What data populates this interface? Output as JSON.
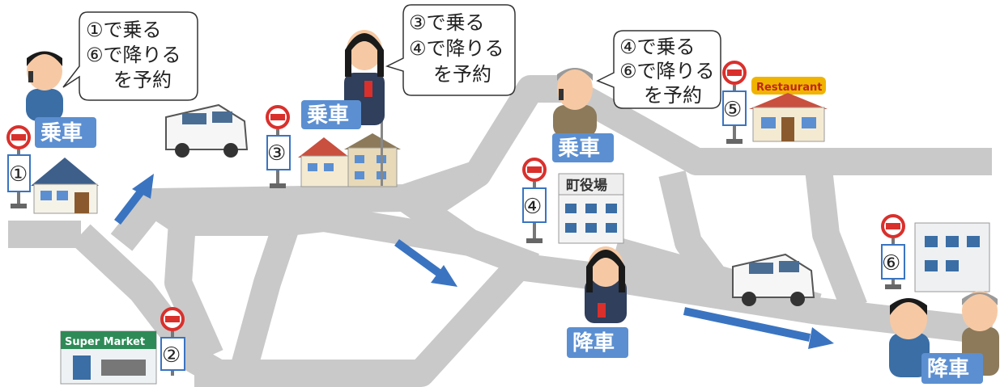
{
  "bubbles": {
    "b1": [
      "①で乗る",
      "⑥で降りる",
      "を予約"
    ],
    "b2": [
      "③で乗る",
      "④で降りる",
      "を予約"
    ],
    "b3": [
      "④で乗る",
      "⑥で降りる",
      "を予約"
    ]
  },
  "tags": {
    "board": "乗車",
    "alight": "降車"
  },
  "stops": [
    "①",
    "②",
    "③",
    "④",
    "⑤",
    "⑥"
  ],
  "signs": {
    "supermarket": "Super Market",
    "restaurant": "Restaurant",
    "town_hall": "町役場"
  },
  "colors": {
    "road": "#c9c9c9",
    "arrow": "#3a74c1",
    "tag": "#5b8fd1",
    "stop_red": "#d9302c"
  }
}
